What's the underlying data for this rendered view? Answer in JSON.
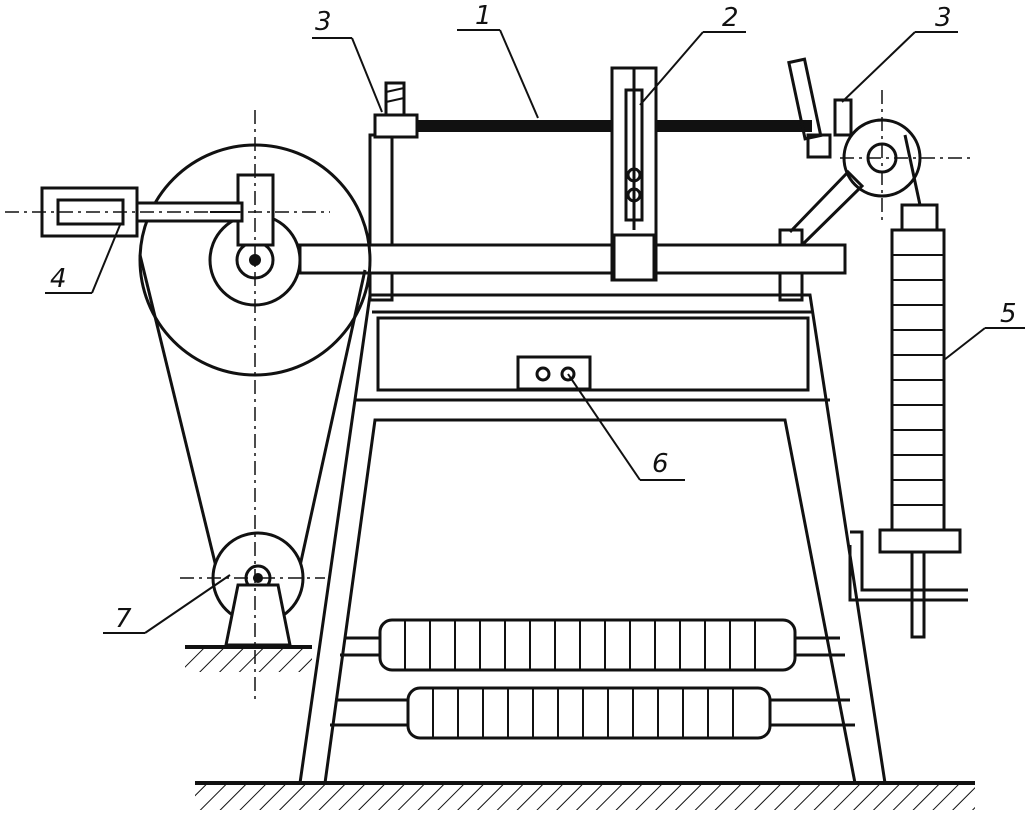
{
  "labels": {
    "guide_rail": "1",
    "slider": "2",
    "clamp_left": "3",
    "clamp_right": "3",
    "drive_crank": "4",
    "weight_stack": "5",
    "counter": "6",
    "motor_pulley": "7"
  },
  "colors": {
    "line": "#111111",
    "background": "#ffffff"
  }
}
